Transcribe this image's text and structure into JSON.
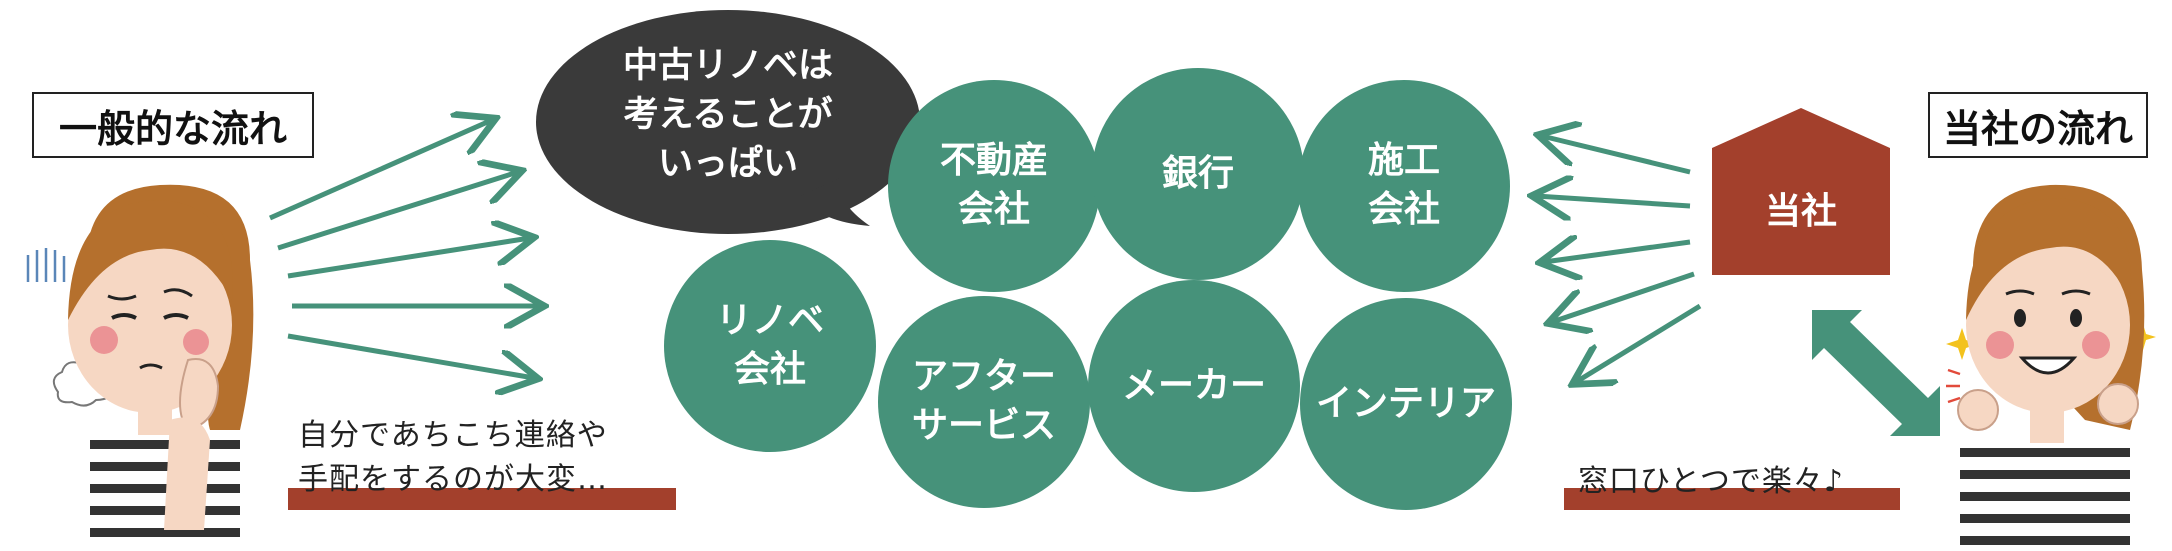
{
  "left": {
    "title": "一般的な流れ",
    "note_lines": "自分であちこち連絡や\n手配をするのが大変…"
  },
  "right": {
    "title": "当社の流れ",
    "company_label": "当社",
    "note": "窓口ひとつで楽々♪"
  },
  "bubble": {
    "text": "中古リノベは\n考えることが\nいっぱい"
  },
  "circles": [
    {
      "id": "real-estate",
      "label": "不動産\n会社"
    },
    {
      "id": "bank",
      "label": "銀行"
    },
    {
      "id": "construction",
      "label": "施工\n会社"
    },
    {
      "id": "renovation",
      "label": "リノベ\n会社"
    },
    {
      "id": "after-service",
      "label": "アフター\nサービス"
    },
    {
      "id": "maker",
      "label": "メーカー"
    },
    {
      "id": "interior",
      "label": "インテリア"
    }
  ],
  "colors": {
    "green": "#46927a",
    "arrow_green": "#46927a",
    "bubble": "#3a3a3a",
    "brick": "#a3402c",
    "skin": "#f6d7c3",
    "hair": "#b5702d"
  },
  "icons": {
    "left_person": "worried-woman-illustration",
    "right_person": "happy-woman-illustration",
    "two_way_arrow": "double-arrow-icon"
  }
}
